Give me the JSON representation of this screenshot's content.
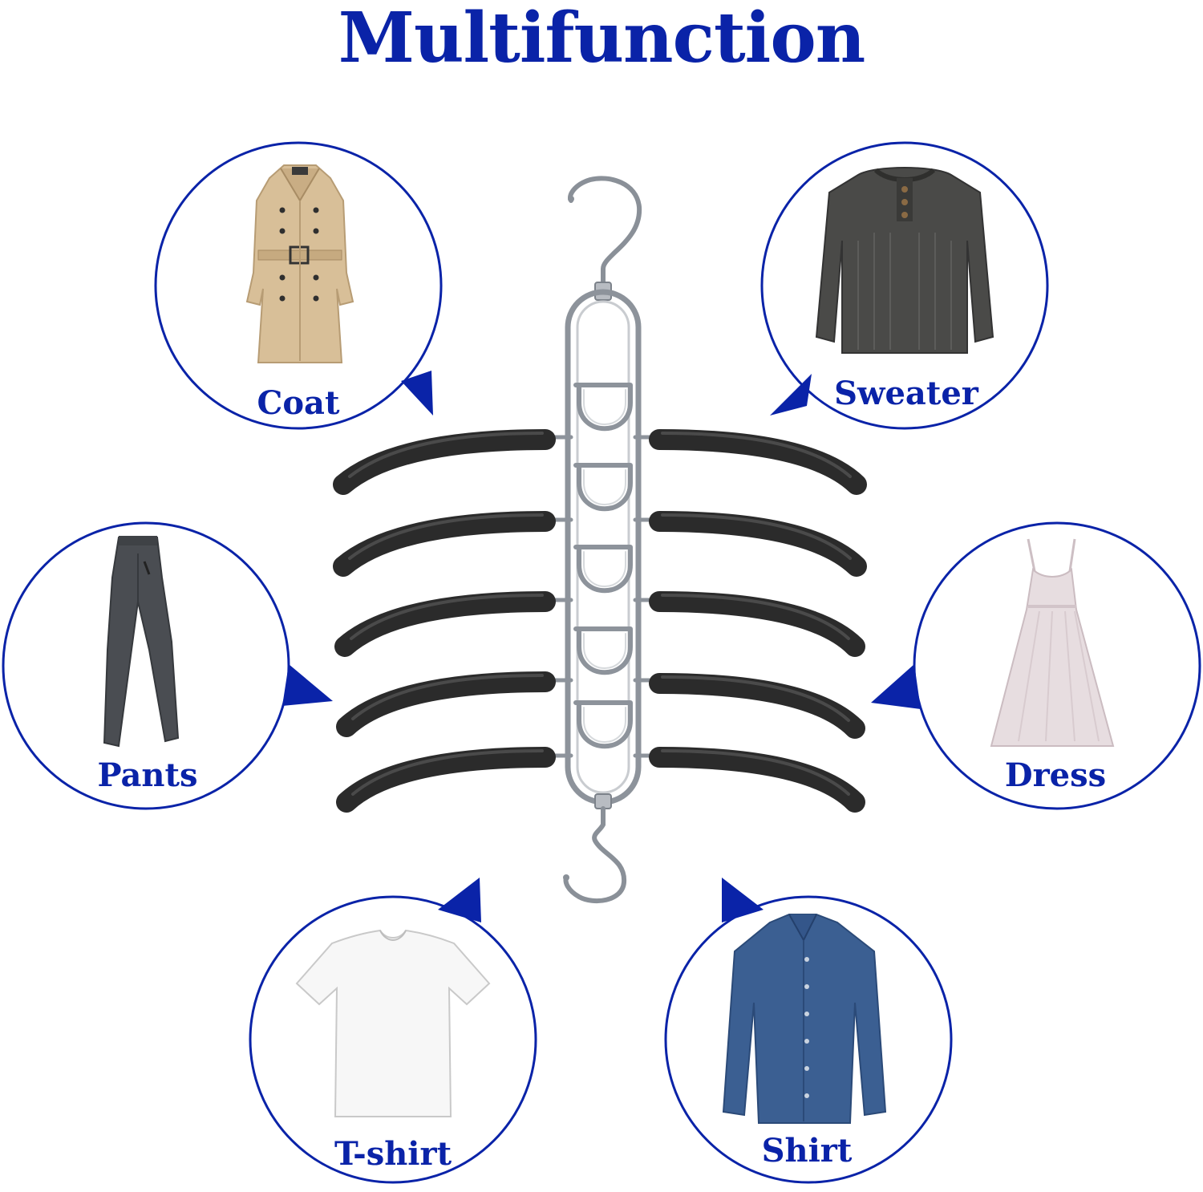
{
  "title": "Multifunction",
  "colors": {
    "accent": "#0a23a8",
    "foam": "#2a2a2a",
    "chrome": "#9aa0a8"
  },
  "product": {
    "icon": "multi-layer-hanger-icon"
  },
  "items": [
    {
      "label": "Coat",
      "icon": "coat-icon"
    },
    {
      "label": "Sweater",
      "icon": "sweater-icon"
    },
    {
      "label": "Pants",
      "icon": "pants-icon"
    },
    {
      "label": "Dress",
      "icon": "dress-icon"
    },
    {
      "label": "T-shirt",
      "icon": "t-shirt-icon"
    },
    {
      "label": "Shirt",
      "icon": "shirt-icon"
    }
  ]
}
